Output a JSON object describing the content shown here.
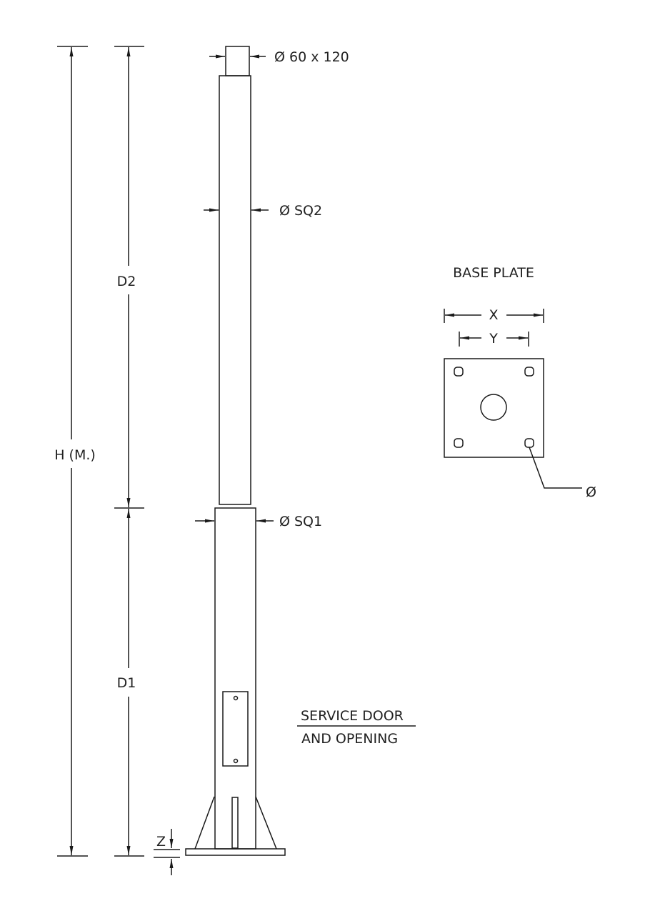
{
  "labels": {
    "top_spigot": "Ø 60 x 120",
    "upper_shaft": "Ø SQ2",
    "lower_shaft": "Ø SQ1",
    "height": "H (M.)",
    "d2": "D2",
    "d1": "D1",
    "z": "Z",
    "service_door_line1": "SERVICE DOOR",
    "service_door_line2": "AND OPENING",
    "base_plate_title": "BASE PLATE",
    "x_dim": "X",
    "y_dim": "Y",
    "hole_dia": "Ø"
  }
}
